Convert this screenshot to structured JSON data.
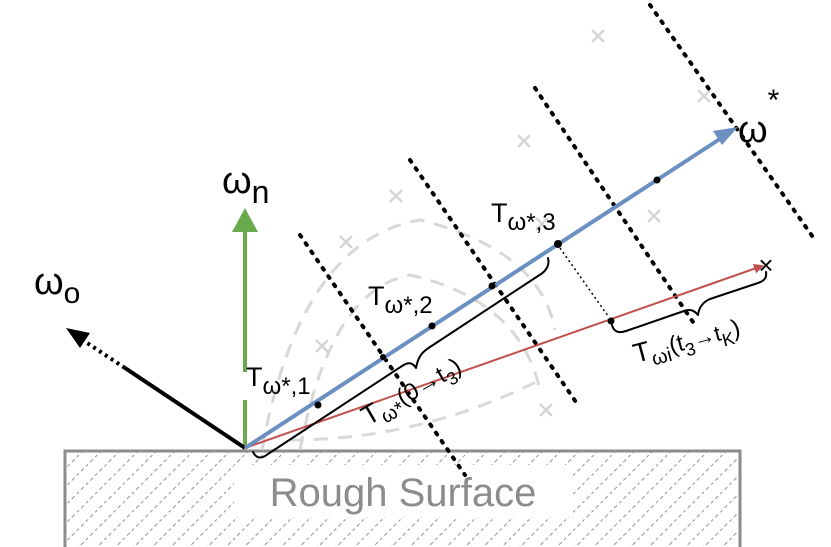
{
  "surface": {
    "label": "Rough Surface"
  },
  "vectors": {
    "omega_n": {
      "base": "ω",
      "sub": "n"
    },
    "omega_o": {
      "base": "ω",
      "sub": "o"
    },
    "omega_star": {
      "base": "ω",
      "sup": "*"
    }
  },
  "transmittance_labels": {
    "t1": {
      "T": "T",
      "sub": "ω*,1"
    },
    "t2": {
      "T": "T",
      "sub": "ω*,2"
    },
    "t3": {
      "T": "T",
      "sub": "ω*,3"
    },
    "t_0_t3": {
      "T": "T",
      "sub": "ω*",
      "range": "(0→t",
      "range_sub": "3",
      "close": ")"
    },
    "t_i": {
      "T": "T",
      "sub": "ωi",
      "range": "(t",
      "range_sub1": "3",
      "arrow": "→t",
      "range_sub2": "K",
      "close": ")"
    }
  },
  "sample_mark": {
    "label": "×"
  },
  "colors": {
    "omega_star_ray": "#6b8fc0",
    "omega_i_ray": "#c0504d",
    "normal": "#6aaa4f",
    "surface": "#8c8c8c",
    "ghost": "#d8d8d8"
  }
}
